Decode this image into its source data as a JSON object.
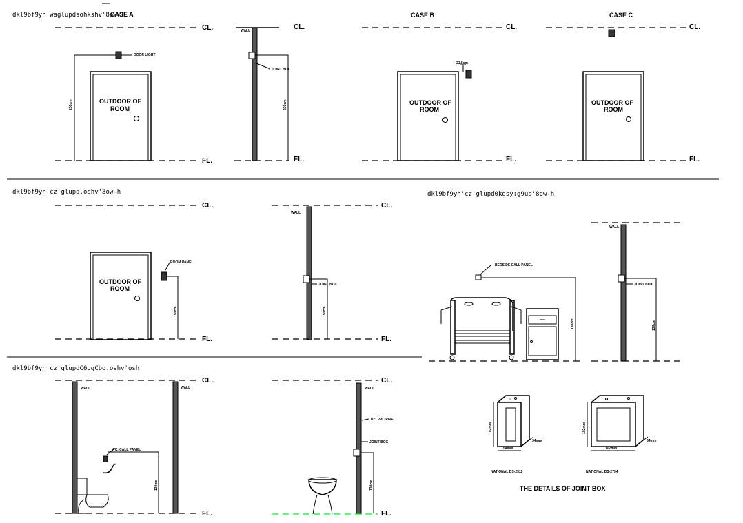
{
  "sections": {
    "door_light": "dkl9bf9yh'waglupdsohkshv'8ow-(",
    "room_panel": "dkl9bf9yh'cz'glupd.oshv'8ow-h",
    "bedside_panel": "dkl9bf9yh'cz'glupd0kdsy;g9up'8ow-h",
    "toilet_panel": "dkl9bf9yh'cz'glupdC6dgCbo.oshv'osh"
  },
  "cases": {
    "a": "CASE A",
    "b": "CASE B",
    "c": "CASE C"
  },
  "levels": {
    "ceiling": "CL.",
    "floor": "FL."
  },
  "door": {
    "line1": "OUTDOOR OF",
    "line2": "ROOM"
  },
  "labels": {
    "door_light": "DOOR LIGHT",
    "wall": "WALL",
    "joint_box": "JOINT BOX",
    "room_panel": "ROOM PANEL",
    "bedside_call_panel": "BEDSIDE CALL PANEL",
    "wc_call_panel": "WC. CALL PANEL",
    "pvc_pipe": "1/2\" PVC PIPE",
    "joint_box_details": "THE DETAILS OF JOINT BOX"
  },
  "dimensions": {
    "door_light_height": "230cm",
    "case_b_offset": "21.5cm",
    "room_panel_height": "150cm",
    "bedside_height": "130cm",
    "wc_height": "130cm",
    "box_small_width": "54mm",
    "box_small_depth": "34mm",
    "box_large_width": "102mm",
    "box_height": "102mm",
    "box_large_depth": "54mm"
  },
  "box_models": {
    "small": "NATIONAL DS-2511",
    "large": "NATIONAL DS-2754"
  },
  "colors": {
    "line": "#000000",
    "wall_fill": "#555555",
    "floor_accent": "#19e619"
  }
}
